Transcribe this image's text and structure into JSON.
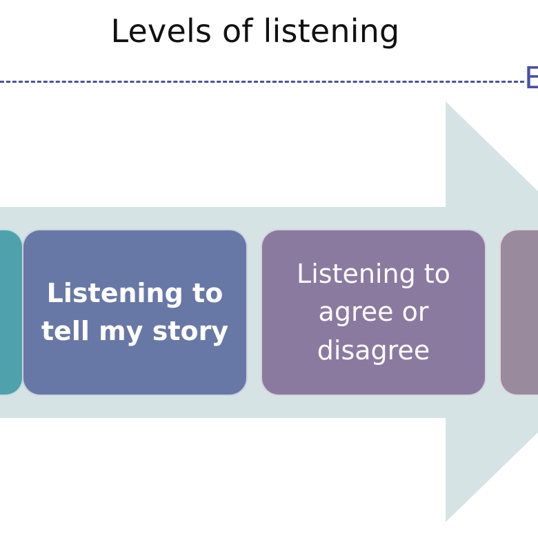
{
  "title": "Levels of listening",
  "edge_label_fragment": "E",
  "colors": {
    "arrow": "#d6e3e4",
    "dashed_line": "#4a4fa6",
    "box_teal": "#4fa2ab",
    "box_blue": "#6878a6",
    "box_purple": "#8a7aa0",
    "box_mauve": "#998a9d"
  },
  "boxes": [
    {
      "label": ""
    },
    {
      "label": "Listening to tell my story"
    },
    {
      "label": "Listening to agree or disagree"
    },
    {
      "label": ""
    }
  ]
}
